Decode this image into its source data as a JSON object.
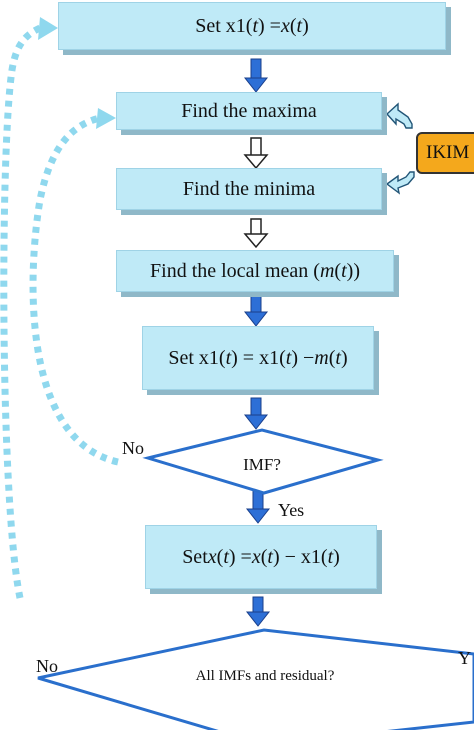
{
  "steps": {
    "set_x1": "Set x1(t) = x(t)",
    "find_maxima": "Find the maxima",
    "find_minima": "Find the minima",
    "find_local_mean": "Find the local mean (m(t))",
    "update_x1": "Set x1(t) = x1(t) − m(t)",
    "update_x": "Set x(t) = x(t) − x1(t)"
  },
  "decisions": {
    "imf": "IMF?",
    "all_imfs": "All IMFs and residual?"
  },
  "branch_labels": {
    "imf_no": "No",
    "imf_yes": "Yes",
    "all_no": "No",
    "all_yes": "Y"
  },
  "side_module": "IKIM",
  "colors": {
    "box_fill": "#bfeaf7",
    "arrow_blue": "#2d6fd6",
    "dashed_loop": "#8fd8ee",
    "ikim_fill": "#f4a81c"
  }
}
